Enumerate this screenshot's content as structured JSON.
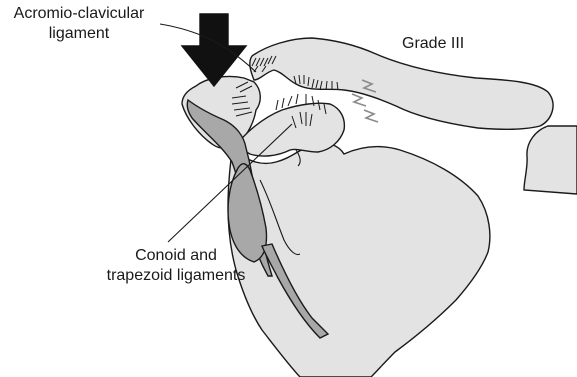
{
  "labels": {
    "acromio_clavicular": [
      "Acromio-clavicular",
      "ligament"
    ],
    "grade": "Grade III",
    "conoid_trapezoid": [
      "Conoid and",
      "trapezoid ligaments"
    ]
  },
  "colors": {
    "bone_fill": "#e3e3e3",
    "bone_outline": "#1a1a1a",
    "cartilage_fill": "#a8a8a8",
    "arrow_fill": "#111111",
    "tear_marks": "#8a8a8a",
    "background": "#ffffff"
  }
}
